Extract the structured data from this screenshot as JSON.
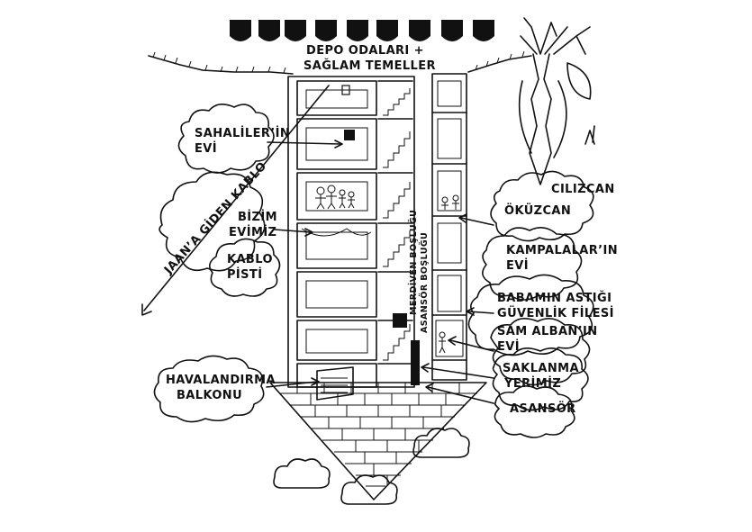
{
  "colors": {
    "ink": "#111111",
    "paper": "#ffffff"
  },
  "labels": {
    "depo_line1": "DEPO ODALARI +",
    "depo_line2": "SAĞLAM TEMELLER",
    "sahaliler_line1": "SAHALİLER’İN",
    "sahaliler_line2": "EVİ",
    "bizim_line1": "BİZİM",
    "bizim_line2": "EVİMİZ",
    "kablo_line1": "KABLO",
    "kablo_line2": "PİSTİ",
    "jaan_kablo": "JAAN’A GİDEN KABLO",
    "havalandirma_line1": "HAVALANDIRMA",
    "havalandirma_line2": "BALKONU",
    "merdiven": "MERDİVEN BOŞLUĞU",
    "asansor_boslugu": "ASANSÖR BOŞLUĞU",
    "cilizcan": "CILIZCAN",
    "okuzcan": "ÖKÜZCAN",
    "kampalalar_line1": "KAMPALALAR’IN",
    "kampalalar_line2": "EVİ",
    "babamin_line1": "BABAMIN ASTIĞI",
    "babamin_line2": "GÜVENLİK FİLESİ",
    "samalban_line1": "SAM ALBAN’IN",
    "samalban_line2": "EVİ",
    "saklanma_line1": "SAKLANMA",
    "saklanma_line2": "YERİMİZ",
    "asansor": "ASANSÖR"
  }
}
